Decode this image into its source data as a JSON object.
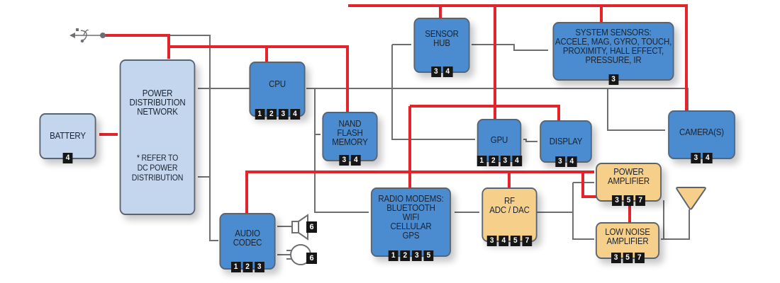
{
  "diagram": {
    "colors": {
      "power_line": "#e3242b",
      "signal_line": "#6d6f72",
      "processor_block": "#4a8ccf",
      "power_block": "#c3d6ee",
      "rf_block": "#f6d08a",
      "tag_bg": "#161616"
    },
    "usb": {
      "icon": "usb-icon"
    },
    "blocks": {
      "battery": {
        "label": "BATTERY",
        "tags": [
          "4"
        ]
      },
      "pdn": {
        "label": "POWER\nDISTRIBUTION\nNETWORK",
        "note": "* REFER TO\nDC POWER\nDISTRIBUTION",
        "tags": []
      },
      "cpu": {
        "label": "CPU",
        "tags": [
          "1",
          "2",
          "3",
          "4"
        ]
      },
      "nand": {
        "label": "NAND\nFLASH\nMEMORY",
        "tags": [
          "3",
          "4"
        ]
      },
      "sensor_hub": {
        "label": "SENSOR\nHUB",
        "tags": [
          "3",
          "4"
        ]
      },
      "system_sensors": {
        "label": "SYSTEM SENSORS:\nACCELE, MAG, GYRO, TOUCH,\nPROXIMITY, HALL EFFECT,\nPRESSURE, IR",
        "tags": [
          "3"
        ]
      },
      "gpu": {
        "label": "GPU",
        "tags": [
          "1",
          "2",
          "3",
          "4"
        ]
      },
      "display": {
        "label": "DISPLAY",
        "tags": [
          "3",
          "4"
        ]
      },
      "camera": {
        "label": "CAMERA(S)",
        "tags": [
          "3",
          "4"
        ]
      },
      "audio_codec": {
        "label": "AUDIO\nCODEC",
        "tags": [
          "1",
          "2",
          "3"
        ]
      },
      "radio_modems": {
        "label": "RADIO MODEMS:\nBLUETOOTH\nWIFI\nCELLULAR\nGPS",
        "tags": [
          "1",
          "2",
          "3",
          "5"
        ]
      },
      "rf_adc_dac": {
        "label": "RF\nADC / DAC",
        "tags": [
          "3",
          "4",
          "5",
          "7"
        ]
      },
      "power_amplifier": {
        "label": "POWER\nAMPLIFIER",
        "tags": [
          "3",
          "5",
          "7"
        ]
      },
      "low_noise_amplifier": {
        "label": "LOW NOISE\nAMPLIFIER",
        "tags": [
          "3",
          "5",
          "7"
        ]
      }
    },
    "peripherals": {
      "speaker": {
        "icon": "speaker-icon",
        "tag": "6"
      },
      "microphone": {
        "icon": "microphone-icon",
        "tag": "6"
      },
      "antenna": {
        "icon": "antenna-icon"
      }
    }
  }
}
